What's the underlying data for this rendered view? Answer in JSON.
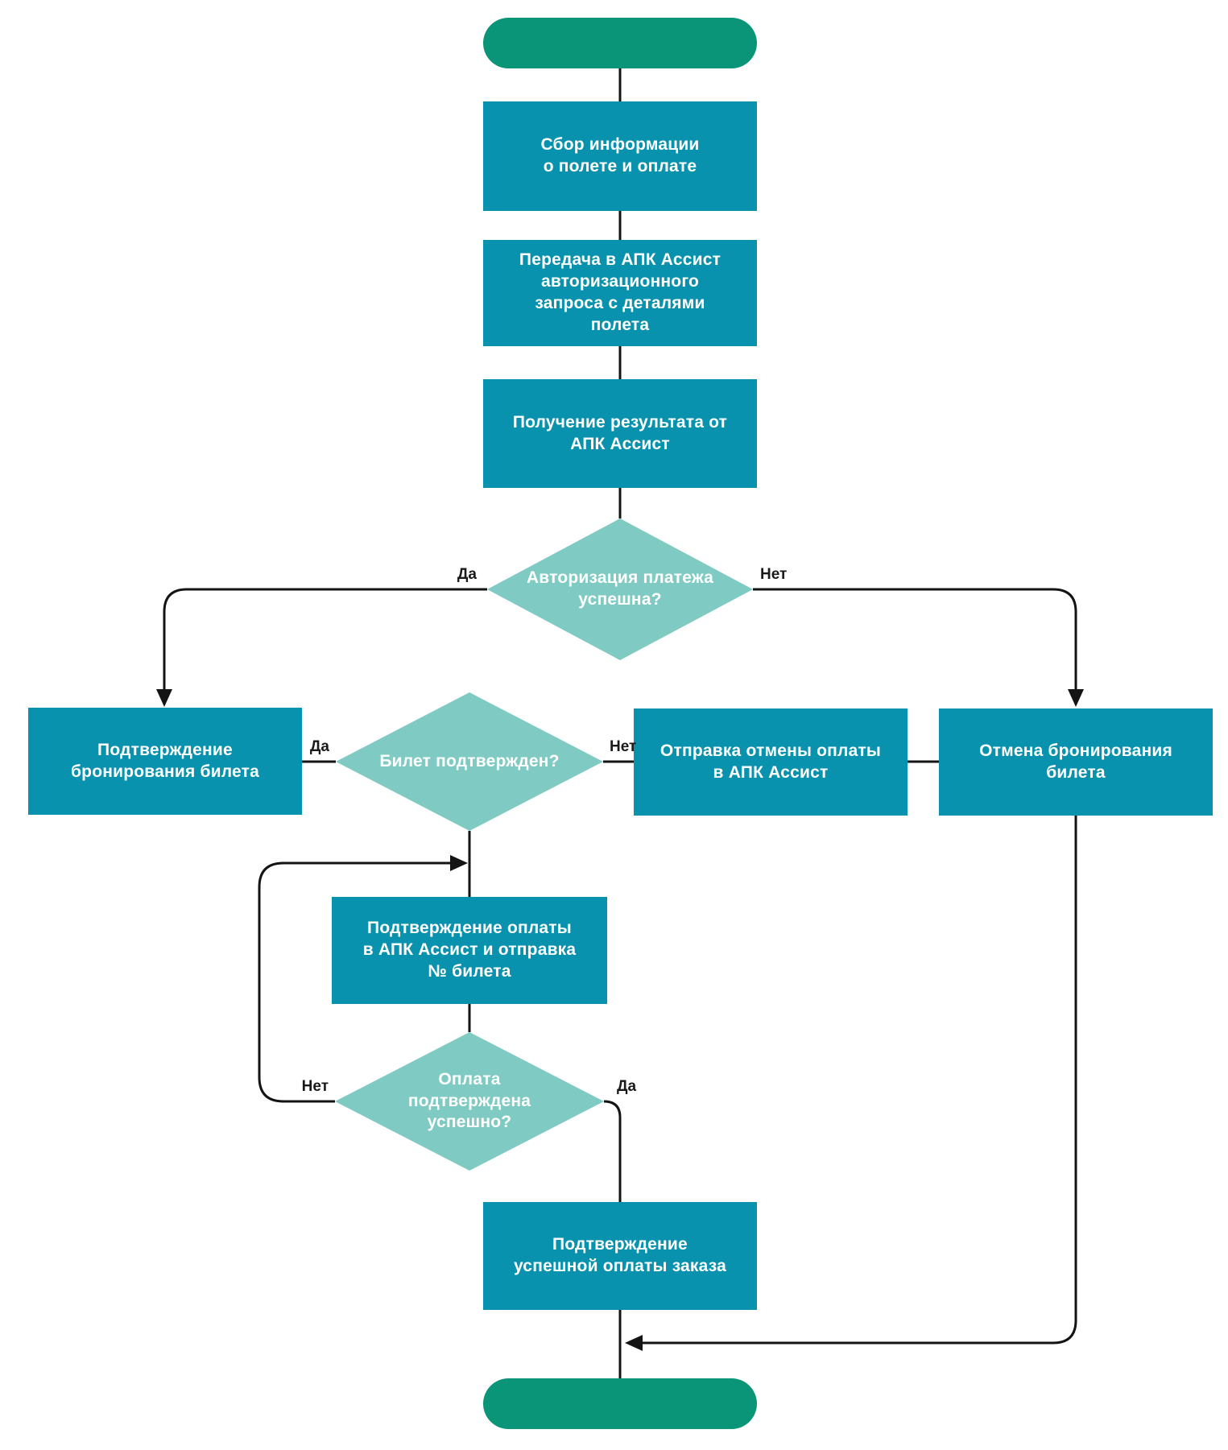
{
  "colors": {
    "terminator": "#0A9478",
    "process": "#0992AD",
    "decision": "#7FCBC3",
    "line": "#141414",
    "node_text": "#FFFFFF",
    "label_text": "#1A1A1A",
    "background": "#FFFFFF"
  },
  "nodes": {
    "collect": {
      "label": "Сбор информации\nо полете и оплате"
    },
    "transfer": {
      "label": "Передача в АПК Ассист\nавторизационного\nзапроса с деталями\nполета"
    },
    "receive": {
      "label": "Получение результата от\nАПК Ассист"
    },
    "auth_decision": {
      "label": "Авторизация платежа\nуспешна?"
    },
    "confirm_booking": {
      "label": "Подтверждение\nбронирования билета"
    },
    "ticket_decision": {
      "label": "Билет подтвержден?"
    },
    "send_cancel": {
      "label": "Отправка отмены оплаты\nв АПК Ассист"
    },
    "cancel_booking": {
      "label": "Отмена бронирования\nбилета"
    },
    "confirm_payment": {
      "label": "Подтверждение оплаты\nв АПК Ассист и отправка\n№ билета"
    },
    "payment_decision": {
      "label": "Оплата\nподтверждена\nуспешно?"
    },
    "confirm_order": {
      "label": "Подтверждение\nуспешной оплаты заказа"
    }
  },
  "edge_labels": {
    "auth_yes": "Да",
    "auth_no": "Нет",
    "ticket_yes": "Да",
    "ticket_no": "Нет",
    "payment_no": "Нет",
    "payment_yes": "Да"
  }
}
